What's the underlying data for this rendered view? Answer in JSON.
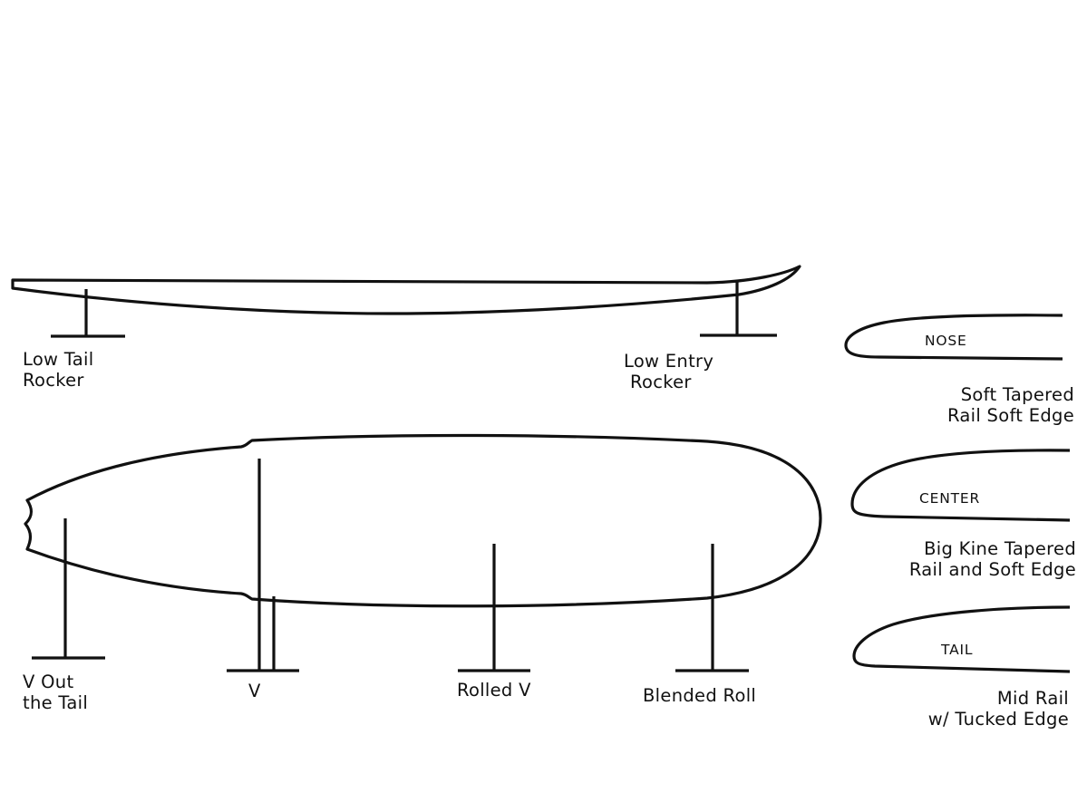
{
  "colors": {
    "ink": "#111111",
    "background": "#ffffff"
  },
  "rocker": {
    "tail_label": [
      "Low Tail",
      "Rocker"
    ],
    "entry_label": [
      "Low Entry",
      "Rocker"
    ]
  },
  "bottom_contours": {
    "v_out_tail": [
      "V Out",
      "the Tail"
    ],
    "v": "V",
    "rolled_v": "Rolled V",
    "blended_roll": "Blended Roll"
  },
  "rails": {
    "nose": {
      "tag": "NOSE",
      "caption": [
        "Soft Tapered",
        "Rail Soft Edge"
      ]
    },
    "center": {
      "tag": "CENTER",
      "caption": [
        "Big Kine Tapered",
        "Rail and Soft Edge"
      ]
    },
    "tail": {
      "tag": "TAIL",
      "caption": [
        "Mid Rail",
        "w/ Tucked Edge"
      ]
    }
  }
}
